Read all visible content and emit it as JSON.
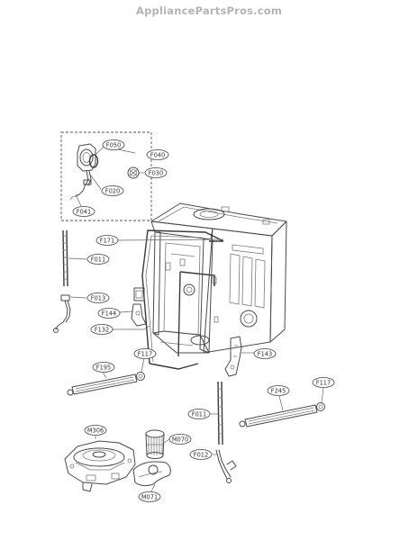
{
  "watermark": "AppliancePartsPros.com",
  "labels": [
    {
      "id": "F050",
      "text": "F050"
    },
    {
      "id": "F040",
      "text": "F040"
    },
    {
      "id": "F030",
      "text": "F030"
    },
    {
      "id": "F020",
      "text": "F020"
    },
    {
      "id": "F041",
      "text": "F041"
    },
    {
      "id": "F171",
      "text": "F171"
    },
    {
      "id": "F011",
      "text": "F011"
    },
    {
      "id": "F013",
      "text": "F013"
    },
    {
      "id": "F144",
      "text": "F144"
    },
    {
      "id": "F132",
      "text": "F132"
    },
    {
      "id": "F143",
      "text": "F143"
    },
    {
      "id": "F195",
      "text": "F195"
    },
    {
      "id": "F117a",
      "text": "F117"
    },
    {
      "id": "F245",
      "text": "F245"
    },
    {
      "id": "F117b",
      "text": "F117"
    },
    {
      "id": "F011b",
      "text": "F011"
    },
    {
      "id": "M306",
      "text": "M306"
    },
    {
      "id": "M070",
      "text": "M070"
    },
    {
      "id": "F012",
      "text": "F012"
    },
    {
      "id": "M071",
      "text": "M071"
    }
  ]
}
